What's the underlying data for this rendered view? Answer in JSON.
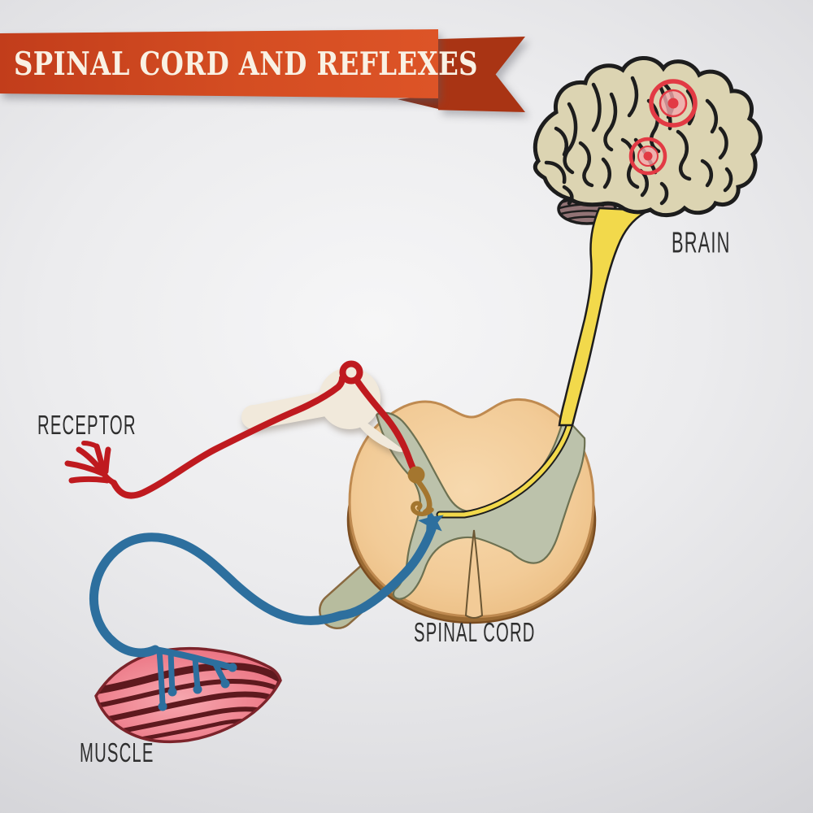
{
  "banner": {
    "title": "SPINAL CORD AND REFLEXES"
  },
  "labels": {
    "brain": "BRAIN",
    "receptor": "RECEPTOR",
    "spinal_cord": "SPINAL CORD",
    "muscle": "MUSCLE"
  },
  "colors": {
    "bg_center": "#f6f6f7",
    "bg_edge": "#d2d2d6",
    "banner_left": "#c23d1b",
    "banner_mid": "#d44d22",
    "banner_right": "#dd5427",
    "banner_fold": "#a93414",
    "banner_fold_dark": "#8d2a11",
    "banner_text": "#f9f1e4",
    "ink": "#1d1d1d",
    "label_ink": "#2e2e2e",
    "brain_fill": "#dcd4b2",
    "cerebellum": "#927375",
    "stem_yellow": "#f2d94b",
    "cord_fill": "#f2cb97",
    "cord_fill_light": "#f7d9ae",
    "cord_outline": "#bf8a50",
    "cord_base": "#9a6a33",
    "cord_base_edge": "#7a4c20",
    "gray_matter": "#bcc2ab",
    "gray_matter_edge": "#6d7152",
    "slit_edge": "#6b5633",
    "root_tube": "#b7bc9e",
    "root_tube_edge": "#8a6a40",
    "ganglion": "#f1e9db",
    "sensory_red": "#bf1a1f",
    "soma_brown": "#a4762f",
    "motor_blue": "#2d6f9e",
    "muscle_light": "#f6a7af",
    "muscle_mid": "#ef8591",
    "muscle_deep": "#e96c7d",
    "muscle_stripe": "#5e191e",
    "muscle_edge": "#7c242b",
    "target_red": "#e23a44",
    "target_soft": "#f2a9ad"
  }
}
